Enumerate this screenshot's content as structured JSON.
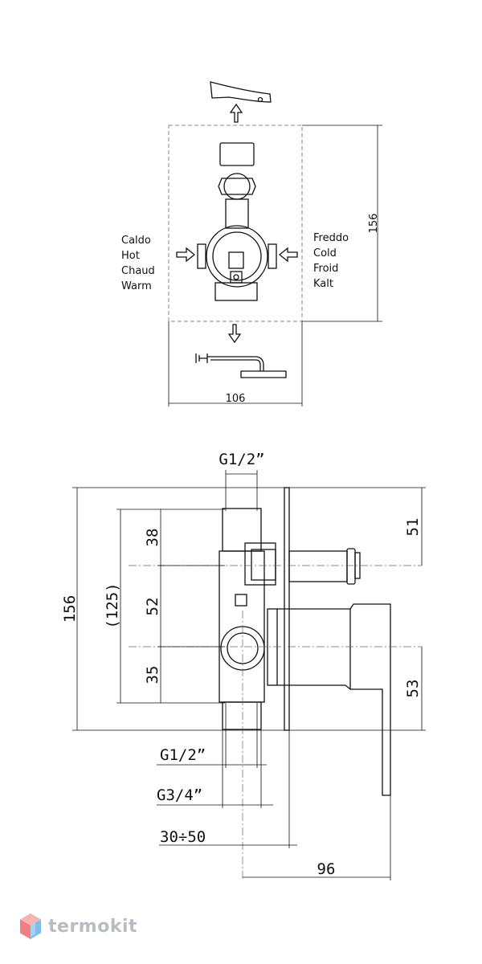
{
  "top_view": {
    "hot_labels": [
      "Caldo",
      "Hot",
      "Chaud",
      "Warm"
    ],
    "cold_labels": [
      "Freddo",
      "Cold",
      "Froid",
      "Kalt"
    ],
    "height_dim": "156",
    "width_dim": "106"
  },
  "side_view": {
    "thread_top": "G1/2”",
    "dim_overall": "156",
    "dim_body": "(125)",
    "dim_a": "38",
    "dim_b": "52",
    "dim_c": "35",
    "dim_right_top": "51",
    "dim_right_bottom": "53",
    "thread_mid": "G1/2”",
    "thread_low": "G3/4”",
    "depth_range": "30÷50",
    "depth_handle": "96"
  },
  "brand": {
    "name": "termokit",
    "colors": [
      "#f27f7f",
      "#f6b3b3",
      "#bfe0f6",
      "#7fbde8"
    ]
  }
}
